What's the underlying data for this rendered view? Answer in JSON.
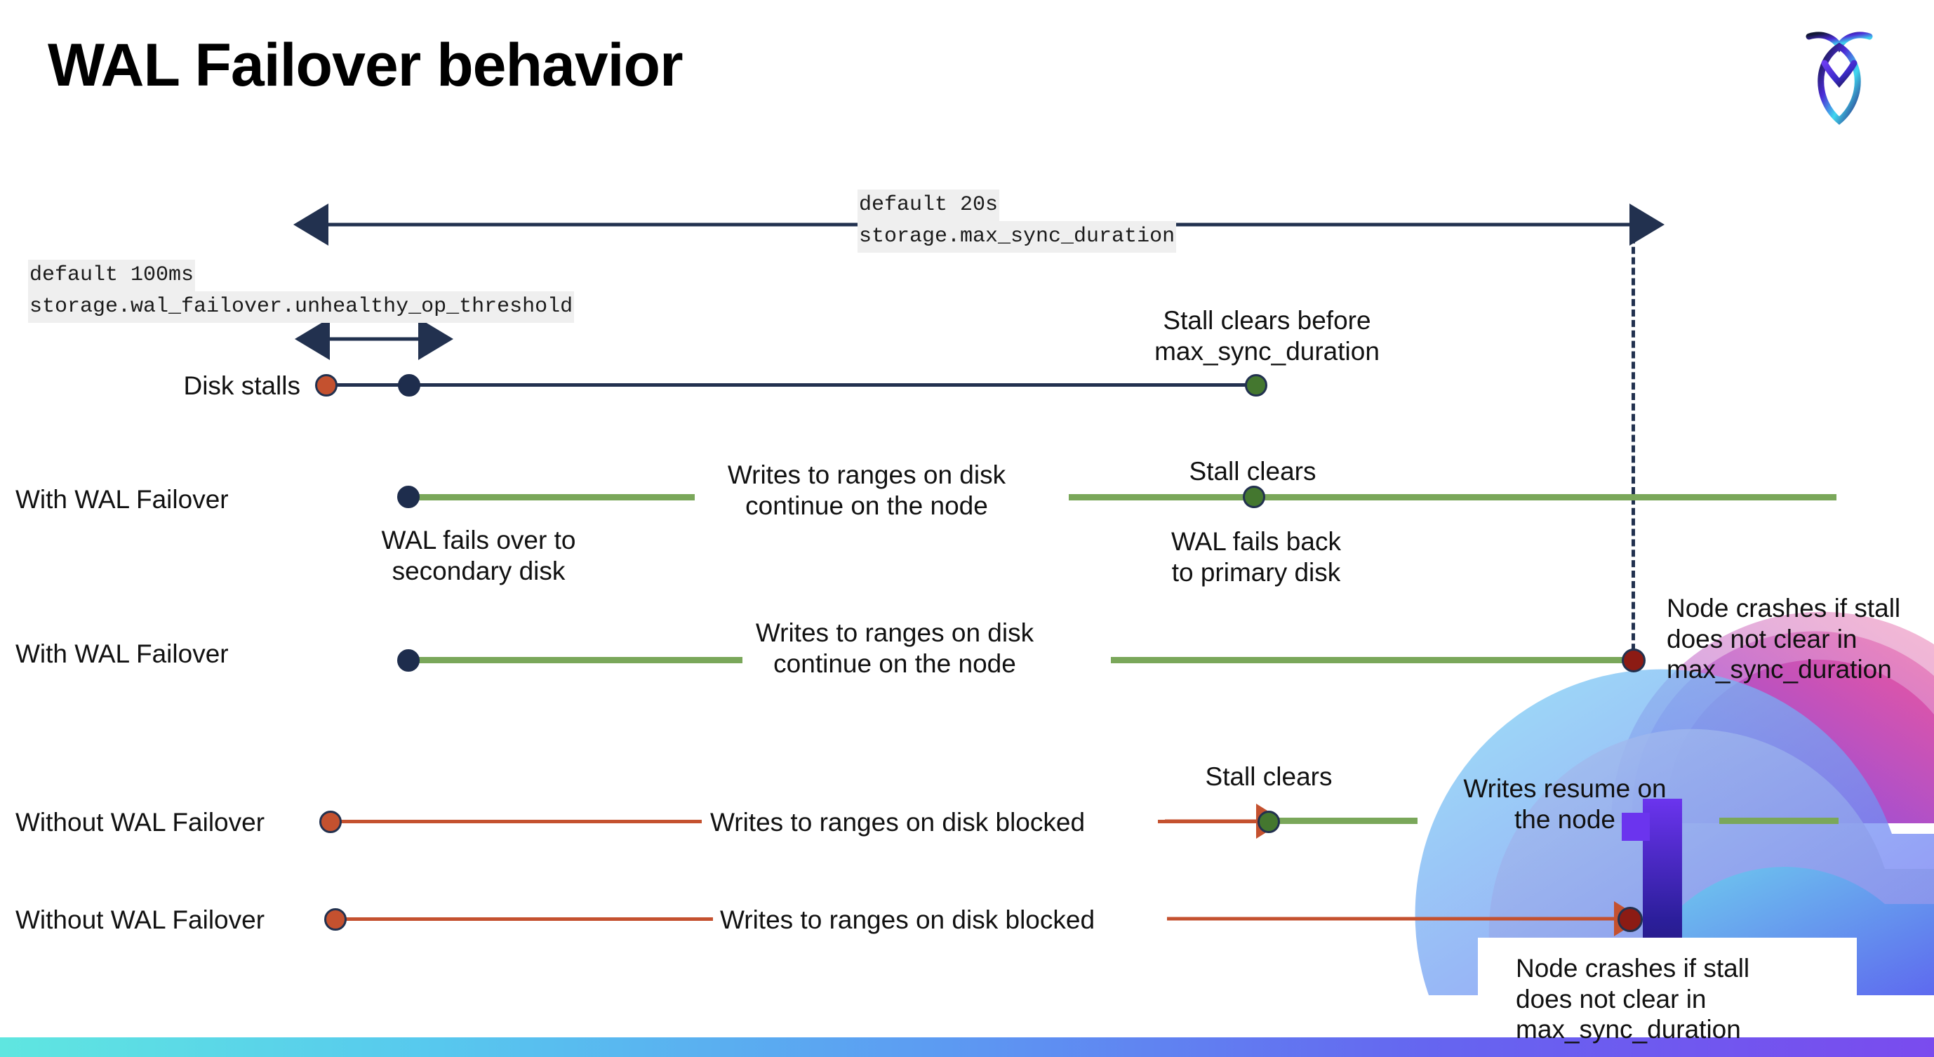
{
  "page": {
    "title": "WAL Failover behavior",
    "logo_name": "cockroachdb-logo"
  },
  "annotations": {
    "max_sync": {
      "default": "default 20s",
      "setting": "storage.max_sync_duration"
    },
    "unhealthy_op": {
      "default": "default 100ms",
      "setting": "storage.wal_failover.unhealthy_op_threshold"
    }
  },
  "rows": [
    {
      "id": "disk-stalls",
      "label": "Disk stalls",
      "note_top": "Stall clears before\nmax_sync_duration"
    },
    {
      "id": "with-wal-failover-1",
      "label": "With WAL Failover",
      "note_start": "WAL fails over to\nsecondary disk",
      "note_mid": "Writes to ranges on disk\ncontinue on the node",
      "note_clear": "Stall clears",
      "note_back": "WAL fails  back\nto primary disk"
    },
    {
      "id": "with-wal-failover-2",
      "label": "With WAL Failover",
      "note_mid": "Writes to ranges on disk\ncontinue on the node",
      "note_crash": "Node crashes if stall\ndoes not clear in\nmax_sync_duration"
    },
    {
      "id": "without-wal-failover-1",
      "label": "Without WAL Failover",
      "note_mid": "Writes to ranges on disk  blocked",
      "note_clear": "Stall clears",
      "note_resume": "Writes resume on\nthe node"
    },
    {
      "id": "without-wal-failover-2",
      "label": "Without WAL Failover",
      "note_mid": "Writes to ranges on disk  blocked",
      "note_crash": "Node crashes if stall\ndoes not clear in\nmax_sync_duration"
    }
  ],
  "colors": {
    "navy": "#22314f",
    "orange": "#C4512F",
    "green_line": "#7AA75A",
    "green_dot": "#44772F",
    "dark_red": "#8C1B14",
    "code_bg": "#efefef"
  }
}
